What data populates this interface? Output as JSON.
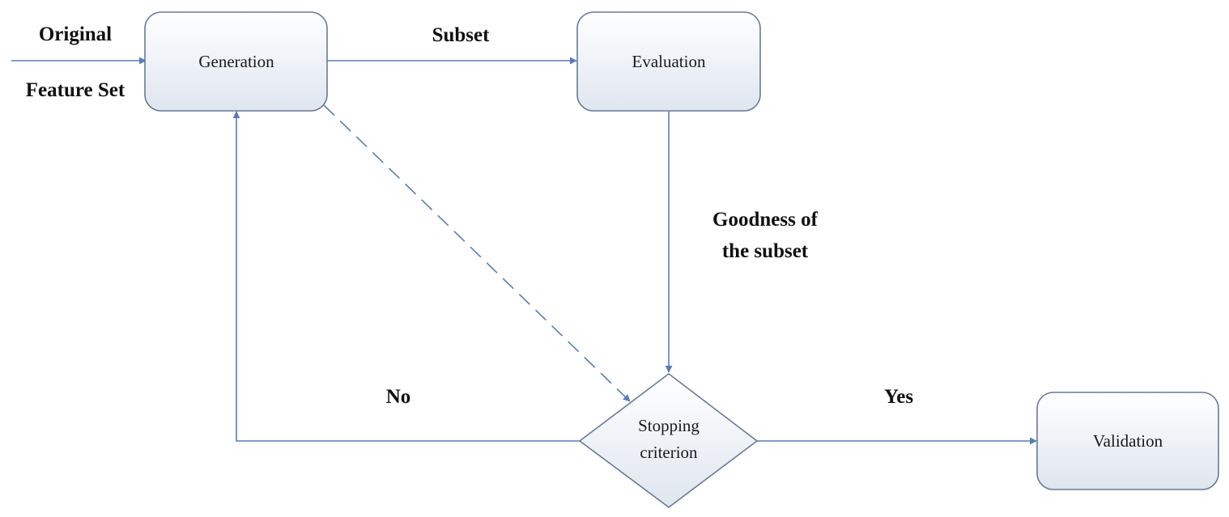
{
  "colors": {
    "line": "#5a7db5",
    "box_stroke": "#6a7a96",
    "box_fill_top": "#ffffff",
    "box_fill_bottom": "#dfe6ef"
  },
  "nodes": {
    "generation": "Generation",
    "evaluation": "Evaluation",
    "stopping_line1": "Stopping",
    "stopping_line2": "criterion",
    "validation": "Validation"
  },
  "labels": {
    "original": "Original",
    "feature_set": "Feature Set",
    "subset": "Subset",
    "goodness_line1": "Goodness of",
    "goodness_line2": "the subset",
    "no": "No",
    "yes": "Yes"
  }
}
